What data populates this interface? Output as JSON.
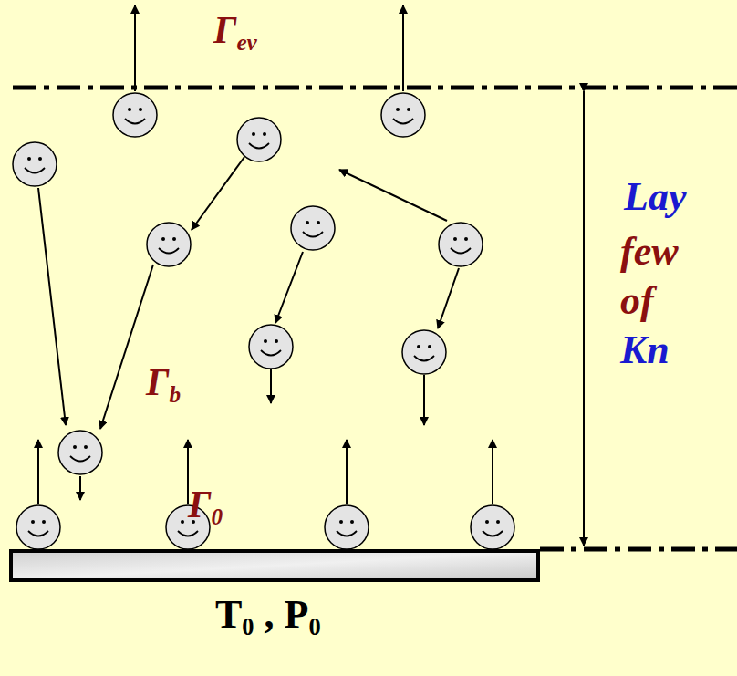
{
  "diagram": {
    "labels": [
      "Γev",
      "Γb",
      "Γ0",
      "T0 , P0",
      "Lay",
      "few",
      "of",
      "Kn"
    ]
  }
}
